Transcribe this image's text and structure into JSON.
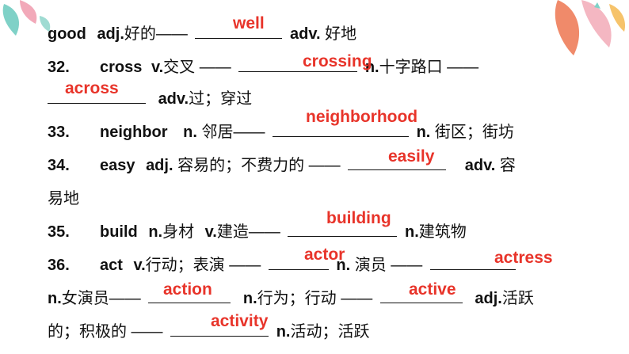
{
  "lines": [
    {
      "num": "",
      "word": "good",
      "pos1": "adj.",
      "zh1": "好的——",
      "pos2": "adv.",
      "zh2": "好地",
      "answer": "well"
    },
    {
      "num": "32.",
      "word": "cross",
      "pos1": "v.",
      "zh1": "交叉 ——",
      "pos2": "n.",
      "zh2": "十字路口 ——",
      "answer": "crossing"
    },
    {
      "num": "",
      "word": "",
      "pos1": "",
      "zh1": "",
      "pos2": "adv.",
      "zh2": "过；穿过",
      "answer": "across"
    },
    {
      "num": "33.",
      "word": "neighbor",
      "pos1": "n.",
      "zh1": "邻居——",
      "pos2": "n.",
      "zh2": "街区；街坊",
      "answer": "neighborhood"
    },
    {
      "num": "34.",
      "word": "easy",
      "pos1": "adj.",
      "zh1": "容易的；不费力的 ——",
      "pos2": "adv.",
      "zh2": "容",
      "answer": "easily"
    },
    {
      "num": "",
      "word": "",
      "pos1": "",
      "zh1": "易地",
      "pos2": "",
      "zh2": "",
      "answer": ""
    },
    {
      "num": "35.",
      "word": "build",
      "pos1": "n.",
      "zh1": "身材",
      "pos1b": "v.",
      "zh1b": "建造——",
      "pos2": "n.",
      "zh2": "建筑物",
      "answer": "building"
    },
    {
      "num": "36.",
      "word": "act",
      "pos1": "v.",
      "zh1": "行动；表演 ——",
      "pos2": "n.",
      "zh2": "演员 ——",
      "answer": "actor",
      "answer2": "actress"
    },
    {
      "num": "",
      "word": "",
      "pos1": "n.",
      "zh1": "女演员——",
      "pos2": "n.",
      "zh2": "行为；行动 ——",
      "pos3": "adj.",
      "zh3": "活跃",
      "answer": "action",
      "answer2": "active"
    },
    {
      "num": "",
      "word": "",
      "pos1": "",
      "zh1": "的；积极的 ——",
      "pos2": "n.",
      "zh2": "活动；活跃",
      "answer": "activity"
    }
  ]
}
